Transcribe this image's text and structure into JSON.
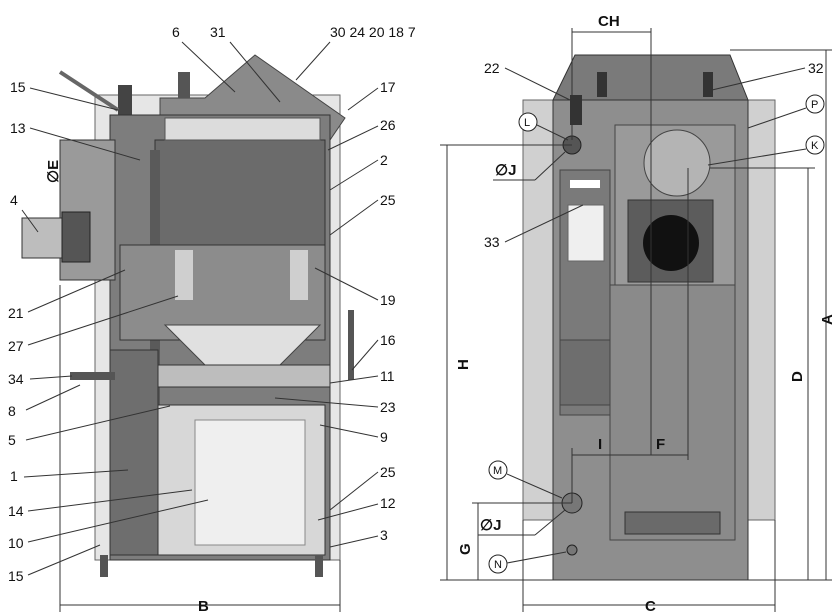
{
  "side_view": {
    "callouts_left": [
      "15",
      "13",
      "∅E",
      "4",
      "21",
      "27",
      "34",
      "8",
      "5",
      "1",
      "14",
      "10",
      "15"
    ],
    "callouts_top": [
      "6",
      "31",
      "30 24 20 18 7"
    ],
    "callouts_right": [
      "17",
      "26",
      "2",
      "25",
      "19",
      "16",
      "11",
      "23",
      "9",
      "25",
      "12",
      "3"
    ],
    "dimension_b": "B"
  },
  "front_view": {
    "dim_ch": "CH",
    "callouts": [
      "22",
      "32"
    ],
    "circled": [
      "L",
      "P",
      "K",
      "M",
      "N"
    ],
    "phi_j_top": "∅J",
    "phi_j_bottom": "∅J",
    "num_33": "33",
    "dim_h": "H",
    "dim_d": "D",
    "dim_a": "A",
    "dim_i": "I",
    "dim_f": "F",
    "dim_g": "G",
    "dim_c": "C"
  }
}
